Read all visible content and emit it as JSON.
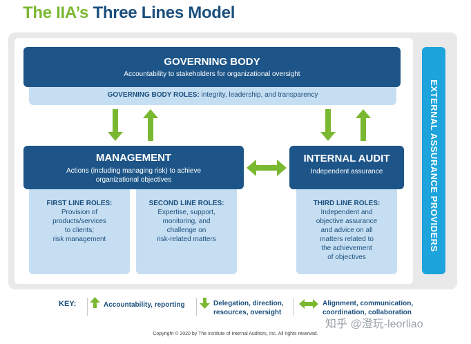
{
  "title": {
    "part1": "The IIA’s",
    "part2": "Three Lines Model"
  },
  "governing_body": {
    "heading": "GOVERNING BODY",
    "subtitle": "Accountability to stakeholders for organizational oversight",
    "roles_label": "GOVERNING BODY ROLES:",
    "roles_text": "integrity, leadership, and transparency"
  },
  "management": {
    "heading": "MANAGEMENT",
    "subtitle_line1": "Actions (including managing risk) to achieve",
    "subtitle_line2": "organizational objectives"
  },
  "internal_audit": {
    "heading": "INTERNAL AUDIT",
    "subtitle": "Independent assurance"
  },
  "first_line": {
    "heading": "FIRST LINE ROLES:",
    "lines": [
      "Provision of",
      "products/services",
      "to clients;",
      "risk management"
    ]
  },
  "second_line": {
    "heading": "SECOND LINE ROLES:",
    "lines": [
      "Expertise, support,",
      "monitoring, and",
      "challenge on",
      "risk-related matters"
    ]
  },
  "third_line": {
    "heading": "THIRD LINE ROLES:",
    "lines": [
      "Independent and",
      "objective assurance",
      "and advice on all",
      "matters related to",
      "the achievement",
      "of objectives"
    ]
  },
  "external": {
    "label": "EXTERNAL ASSURANCE PROVIDERS"
  },
  "key": {
    "label": "KEY:",
    "up_line1": "Accountability, reporting",
    "down_line1": "Delegation, direction,",
    "down_line2": "resources, oversight",
    "both_line1": "Alignment, communication,",
    "both_line2": "coordination, collaboration"
  },
  "watermark": "知乎 @澄玩-leorliao",
  "copyright": "Copyright © 2020 by The Institute of Internal Auditors, Inc. All rights reserved.",
  "colors": {
    "navy": "#1d5588",
    "light_blue": "#c6def2",
    "green": "#7bb832",
    "cyan": "#1da4dc",
    "frame_gray": "#e9e9e9"
  }
}
